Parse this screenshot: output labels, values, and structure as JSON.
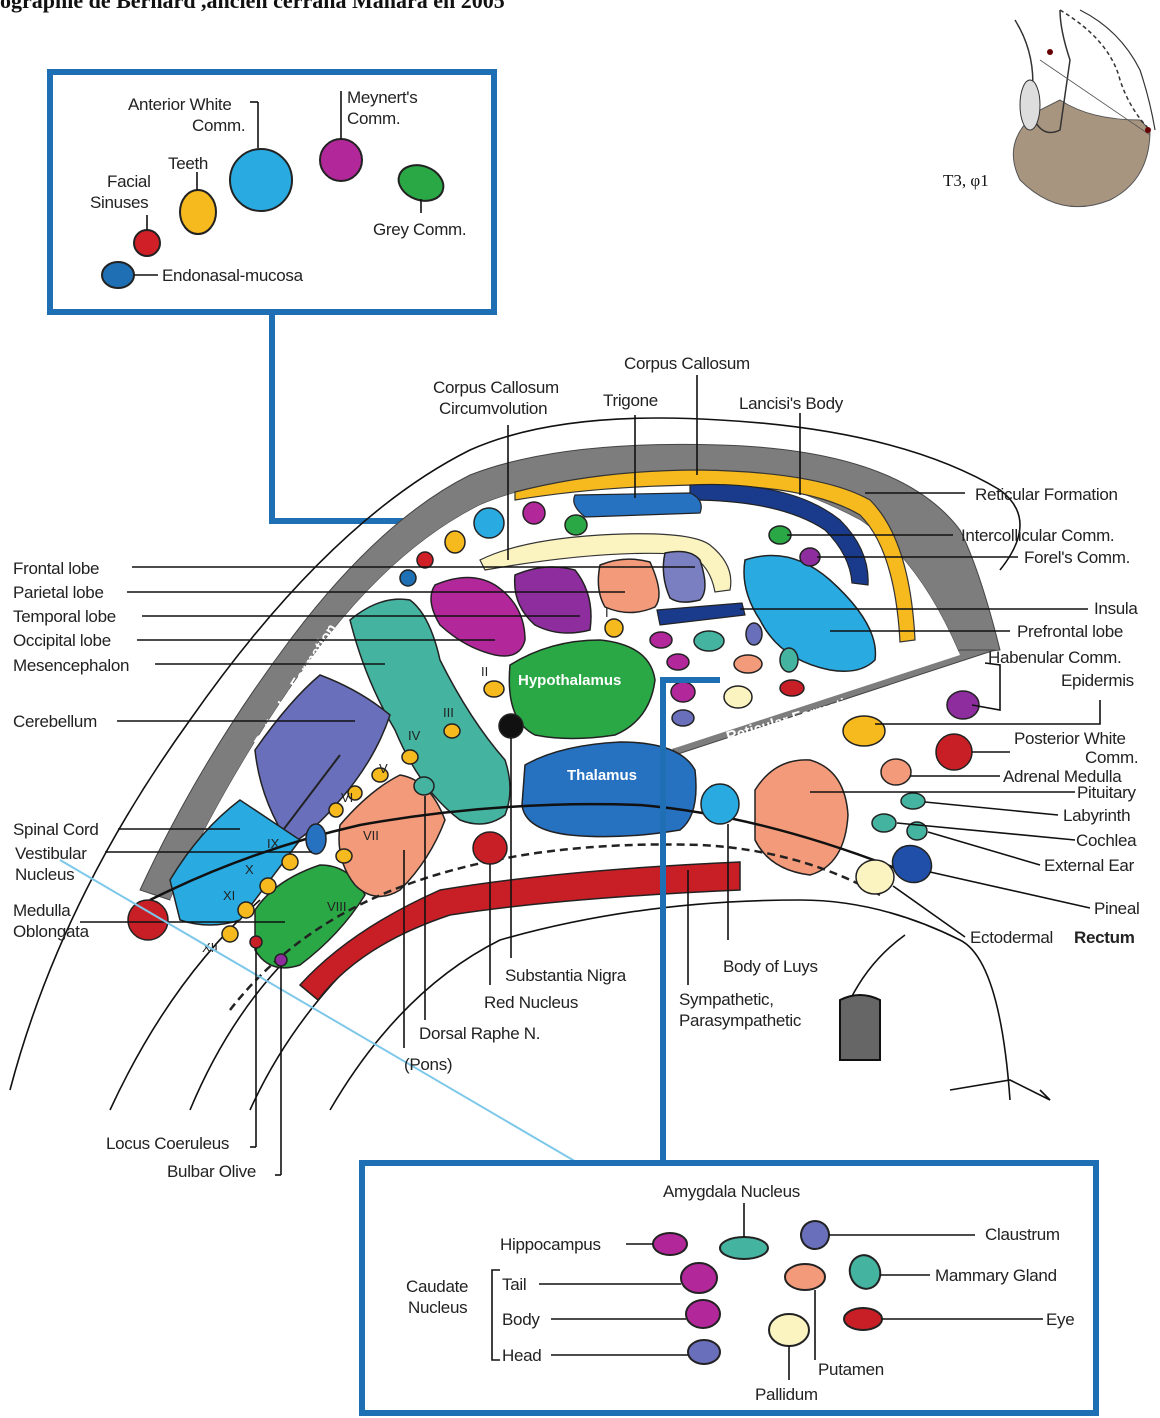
{
  "title": "ographie de Bernard ,ancien cerrana Manara en 2005",
  "corner_caption": "T3, φ1",
  "box_top": {
    "anterior_white": [
      "Anterior White",
      "Comm."
    ],
    "meynert": [
      "Meynert's",
      "Comm."
    ],
    "teeth": "Teeth",
    "facial_sinuses": [
      "Facial",
      "Sinuses"
    ],
    "grey_comm": "Grey Comm.",
    "endonasal": "Endonasal-mucosa"
  },
  "top_labels": {
    "corpus_callosum": "Corpus Callosum",
    "cc_circ": [
      "Corpus Callosum",
      "Circumvolution"
    ],
    "trigone": "Trigone",
    "lancisi": "Lancisi's Body"
  },
  "left_labels": {
    "frontal": "Frontal lobe",
    "parietal": "Parietal lobe",
    "temporal": "Temporal lobe",
    "occipital": "Occipital lobe",
    "mesencephalon": "Mesencephalon",
    "cerebellum": "Cerebellum",
    "spinal_cord": "Spinal Cord",
    "vestibular": [
      "Vestibular",
      "Nucleus"
    ],
    "medulla": [
      "Medulla",
      "Oblongata"
    ]
  },
  "right_labels": {
    "reticular": "Reticular Formation",
    "intercollicular": "Intercollicular Comm.",
    "forel": "Forel's Comm.",
    "insula": "Insula",
    "prefrontal": "Prefrontal lobe",
    "habenular": "Habenular Comm.",
    "epidermis": "Epidermis",
    "posterior_white": [
      "Posterior White",
      "Comm."
    ],
    "adrenal": "Adrenal Medulla",
    "pituitary": "Pituitary",
    "labyrinth": "Labyrinth",
    "cochlea": "Cochlea",
    "external_ear": "External Ear",
    "pineal": "Pineal",
    "ectodermal": "Ectodermal",
    "rectum": "Rectum"
  },
  "inner_labels": {
    "hypothalamus": "Hypothalamus",
    "thalamus": "Thalamus",
    "reticular_left": "Reticular Formation",
    "reticular_right": "Reticular Formation"
  },
  "roman": [
    "II",
    "III",
    "IV",
    "V",
    "VI",
    "VII",
    "VIII",
    "IX",
    "X",
    "XI",
    "XII",
    "I"
  ],
  "bottom_labels": {
    "substantia": "Substantia Nigra",
    "red_nucleus": "Red Nucleus",
    "dorsal_raphe": "Dorsal Raphe N.",
    "pons": "(Pons)",
    "body_luys": "Body of Luys",
    "sympathetic": [
      "Sympathetic,",
      "Parasympathetic"
    ],
    "locus": "Locus Coeruleus",
    "bulbar": "Bulbar Olive"
  },
  "box_bottom": {
    "amygdala": "Amygdala Nucleus",
    "hippocampus": "Hippocampus",
    "claustrum": "Claustrum",
    "caudate": [
      "Caudate",
      "Nucleus"
    ],
    "tail": "Tail",
    "body": "Body",
    "head": "Head",
    "mammary": "Mammary Gland",
    "eye": "Eye",
    "putamen": "Putamen",
    "pallidum": "Pallidum"
  }
}
